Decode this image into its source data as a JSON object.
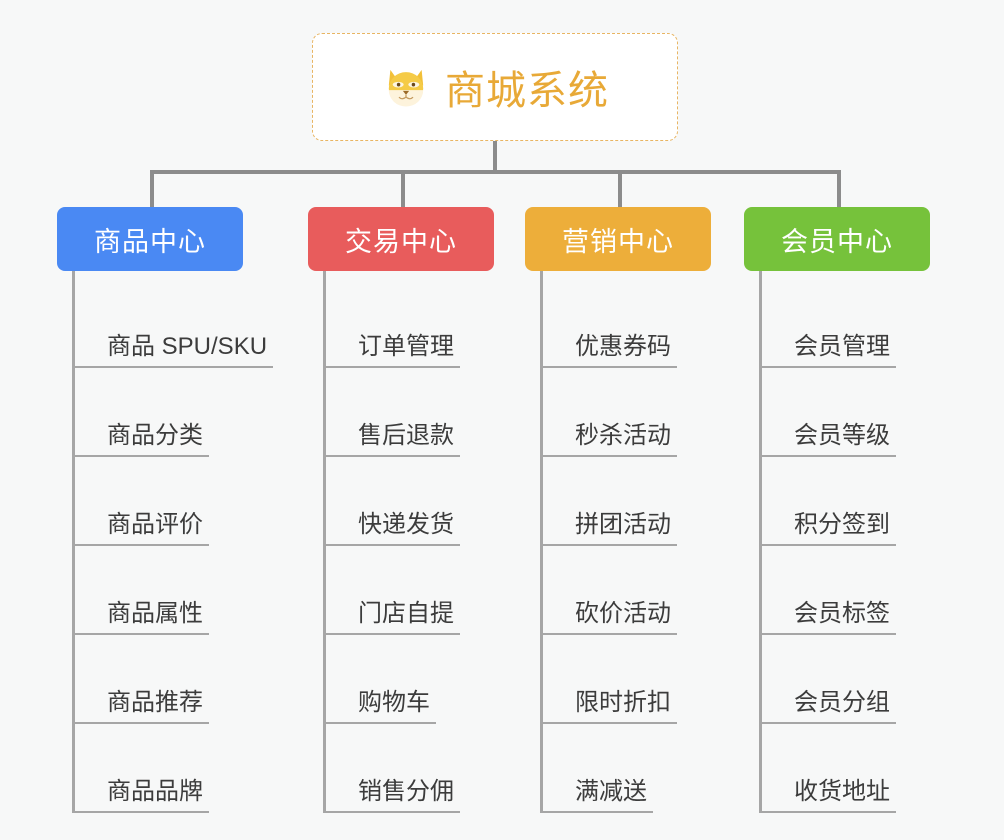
{
  "root": {
    "icon": "shiba-dog-face-icon",
    "title": "商城系统"
  },
  "colors": {
    "root_text": "#e8a937",
    "root_border": "#e8b563",
    "connector": "#8c8c8c",
    "leaf_line": "#a6a6a6",
    "leaf_text": "#3c3c3c",
    "background": "#f7f8f8",
    "branch_1": "#4a89f3",
    "branch_2": "#e85c5c",
    "branch_3": "#edae3a",
    "branch_4": "#76c23b"
  },
  "branches": [
    {
      "label": "商品中心",
      "color": "#4a89f3",
      "items": [
        {
          "label": "商品 SPU/SKU"
        },
        {
          "label": "商品分类"
        },
        {
          "label": "商品评价"
        },
        {
          "label": "商品属性"
        },
        {
          "label": "商品推荐"
        },
        {
          "label": "商品品牌"
        }
      ]
    },
    {
      "label": "交易中心",
      "color": "#e85c5c",
      "items": [
        {
          "label": "订单管理"
        },
        {
          "label": "售后退款"
        },
        {
          "label": "快递发货"
        },
        {
          "label": "门店自提"
        },
        {
          "label": "购物车"
        },
        {
          "label": "销售分佣"
        }
      ]
    },
    {
      "label": "营销中心",
      "color": "#edae3a",
      "items": [
        {
          "label": "优惠券码"
        },
        {
          "label": "秒杀活动"
        },
        {
          "label": "拼团活动"
        },
        {
          "label": "砍价活动"
        },
        {
          "label": "限时折扣"
        },
        {
          "label": "满减送"
        }
      ]
    },
    {
      "label": "会员中心",
      "color": "#76c23b",
      "items": [
        {
          "label": "会员管理"
        },
        {
          "label": "会员等级"
        },
        {
          "label": "积分签到"
        },
        {
          "label": "会员标签"
        },
        {
          "label": "会员分组"
        },
        {
          "label": "收货地址"
        }
      ]
    }
  ]
}
